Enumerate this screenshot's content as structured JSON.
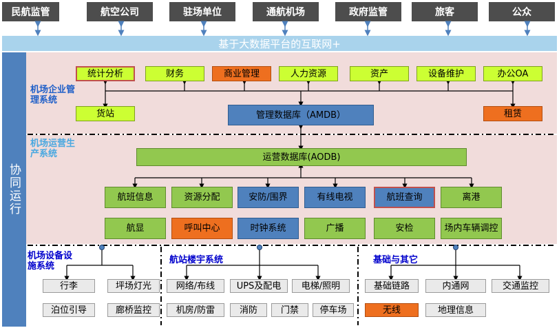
{
  "stakeholders": [
    "民航监管",
    "航空公司",
    "驻场单位",
    "通航机场",
    "政府监管",
    "旅客",
    "公众"
  ],
  "banner": "基于大数据平台的互联网+",
  "side_label": "协同运行",
  "enterprise": {
    "label": "机场企业管理系统",
    "top_row": [
      "统计分析",
      "财务",
      "商业管理",
      "人力资源",
      "资产",
      "设备维护",
      "办公OA"
    ],
    "cargo": "货站",
    "amdb": "管理数据库（AMDB）",
    "lease": "租赁"
  },
  "operations": {
    "label": "机场运营生产系统",
    "aodb": "运营数据库(AODB)",
    "row1": [
      "航班信息",
      "资源分配",
      "安防/围界",
      "有线电视",
      "航班查询",
      "离港"
    ],
    "row2": [
      "航显",
      "呼叫中心",
      "时钟系统",
      "广播",
      "安检",
      "场内车辆调控"
    ]
  },
  "facilities": {
    "label": "机场设备设施系统",
    "items": [
      "行李",
      "坪场灯光",
      "泊位引导",
      "廊桥监控"
    ]
  },
  "terminal": {
    "label": "航站楼宇系统",
    "items": [
      "网络/布线",
      "UPS及配电",
      "电梯/照明",
      "机房/防雷",
      "消防",
      "门禁",
      "停车场"
    ]
  },
  "infra": {
    "label": "基础与其它",
    "items": [
      "基础链路",
      "内通网",
      "交通监控",
      "无线",
      "地理信息"
    ]
  },
  "colors": {
    "green": "#ccff33",
    "orange": "#ee6f1f",
    "blue": "#4f81bd",
    "pink": "#f1dcdb",
    "banner": "#a9d3ec"
  }
}
